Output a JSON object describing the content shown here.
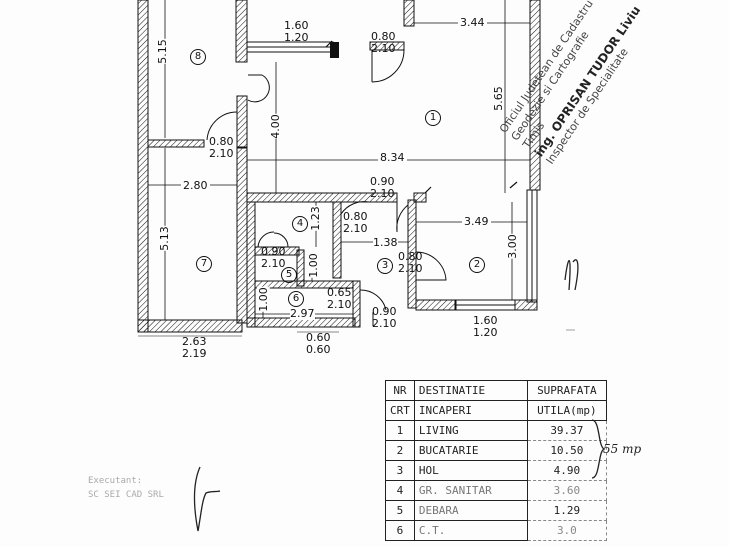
{
  "dimensions": {
    "d_160_120_top": [
      "1.60",
      "1.20"
    ],
    "d_080_210_top": [
      "0.80",
      "2.10"
    ],
    "d_344": "3.44",
    "d_565": "5.65",
    "d_515": "5.15",
    "d_080_210_left": [
      "0.80",
      "2.10"
    ],
    "d_400": "4.00",
    "d_834": "8.34",
    "d_280": "2.80",
    "d_090_210_mid": [
      "0.90",
      "2.10"
    ],
    "d_123": "1.23",
    "d_080_210_r4": [
      "0.80",
      "2.10"
    ],
    "d_138": "1.38",
    "d_349": "3.49",
    "d_513": "5.13",
    "d_090_210_r5": [
      "0.90",
      "2.10"
    ],
    "d_100_a": "1.00",
    "d_080_210_r3": [
      "0.80",
      "2.10"
    ],
    "d_300": "3.00",
    "d_100_b": "1.00",
    "d_065_210": [
      "0.65",
      "2.10"
    ],
    "d_090_210_bottom": [
      "0.90",
      "2.10"
    ],
    "d_297": "2.97",
    "d_160_120_bottom": [
      "1.60",
      "1.20"
    ],
    "d_263_219": [
      "2.63",
      "2.19"
    ],
    "d_060_060": [
      "0.60",
      "0.60"
    ]
  },
  "rooms": [
    "1",
    "2",
    "3",
    "4",
    "5",
    "6",
    "7",
    "8"
  ],
  "stamp": {
    "line1": "Oficiul Judetean de Cadastru",
    "line2": "Geodezie si Cartografie",
    "line3": "Timis",
    "line4": "ing. OPRISAN TUDOR Liviu",
    "line5": "Inspector de Specialitate"
  },
  "table": {
    "header": {
      "nr": [
        "NR",
        "CRT"
      ],
      "dest": [
        "DESTINATIE",
        "INCAPERI"
      ],
      "area": [
        "SUPRAFATA",
        "UTILA(mp)"
      ]
    },
    "rows": [
      {
        "nr": "1",
        "dest": "LIVING",
        "area": "39.37"
      },
      {
        "nr": "2",
        "dest": "BUCATARIE",
        "area": "10.50"
      },
      {
        "nr": "3",
        "dest": "HOL",
        "area": "4.90"
      },
      {
        "nr": "4",
        "dest": "GR. SANITAR",
        "area": "3.60"
      },
      {
        "nr": "5",
        "dest": "DEBARA",
        "area": "1.29"
      },
      {
        "nr": "6",
        "dest": "C.T.",
        "area": "3.0"
      }
    ]
  },
  "handnote": "55 mp",
  "executant": [
    "Executant:",
    "SC SEI CAD SRL"
  ]
}
